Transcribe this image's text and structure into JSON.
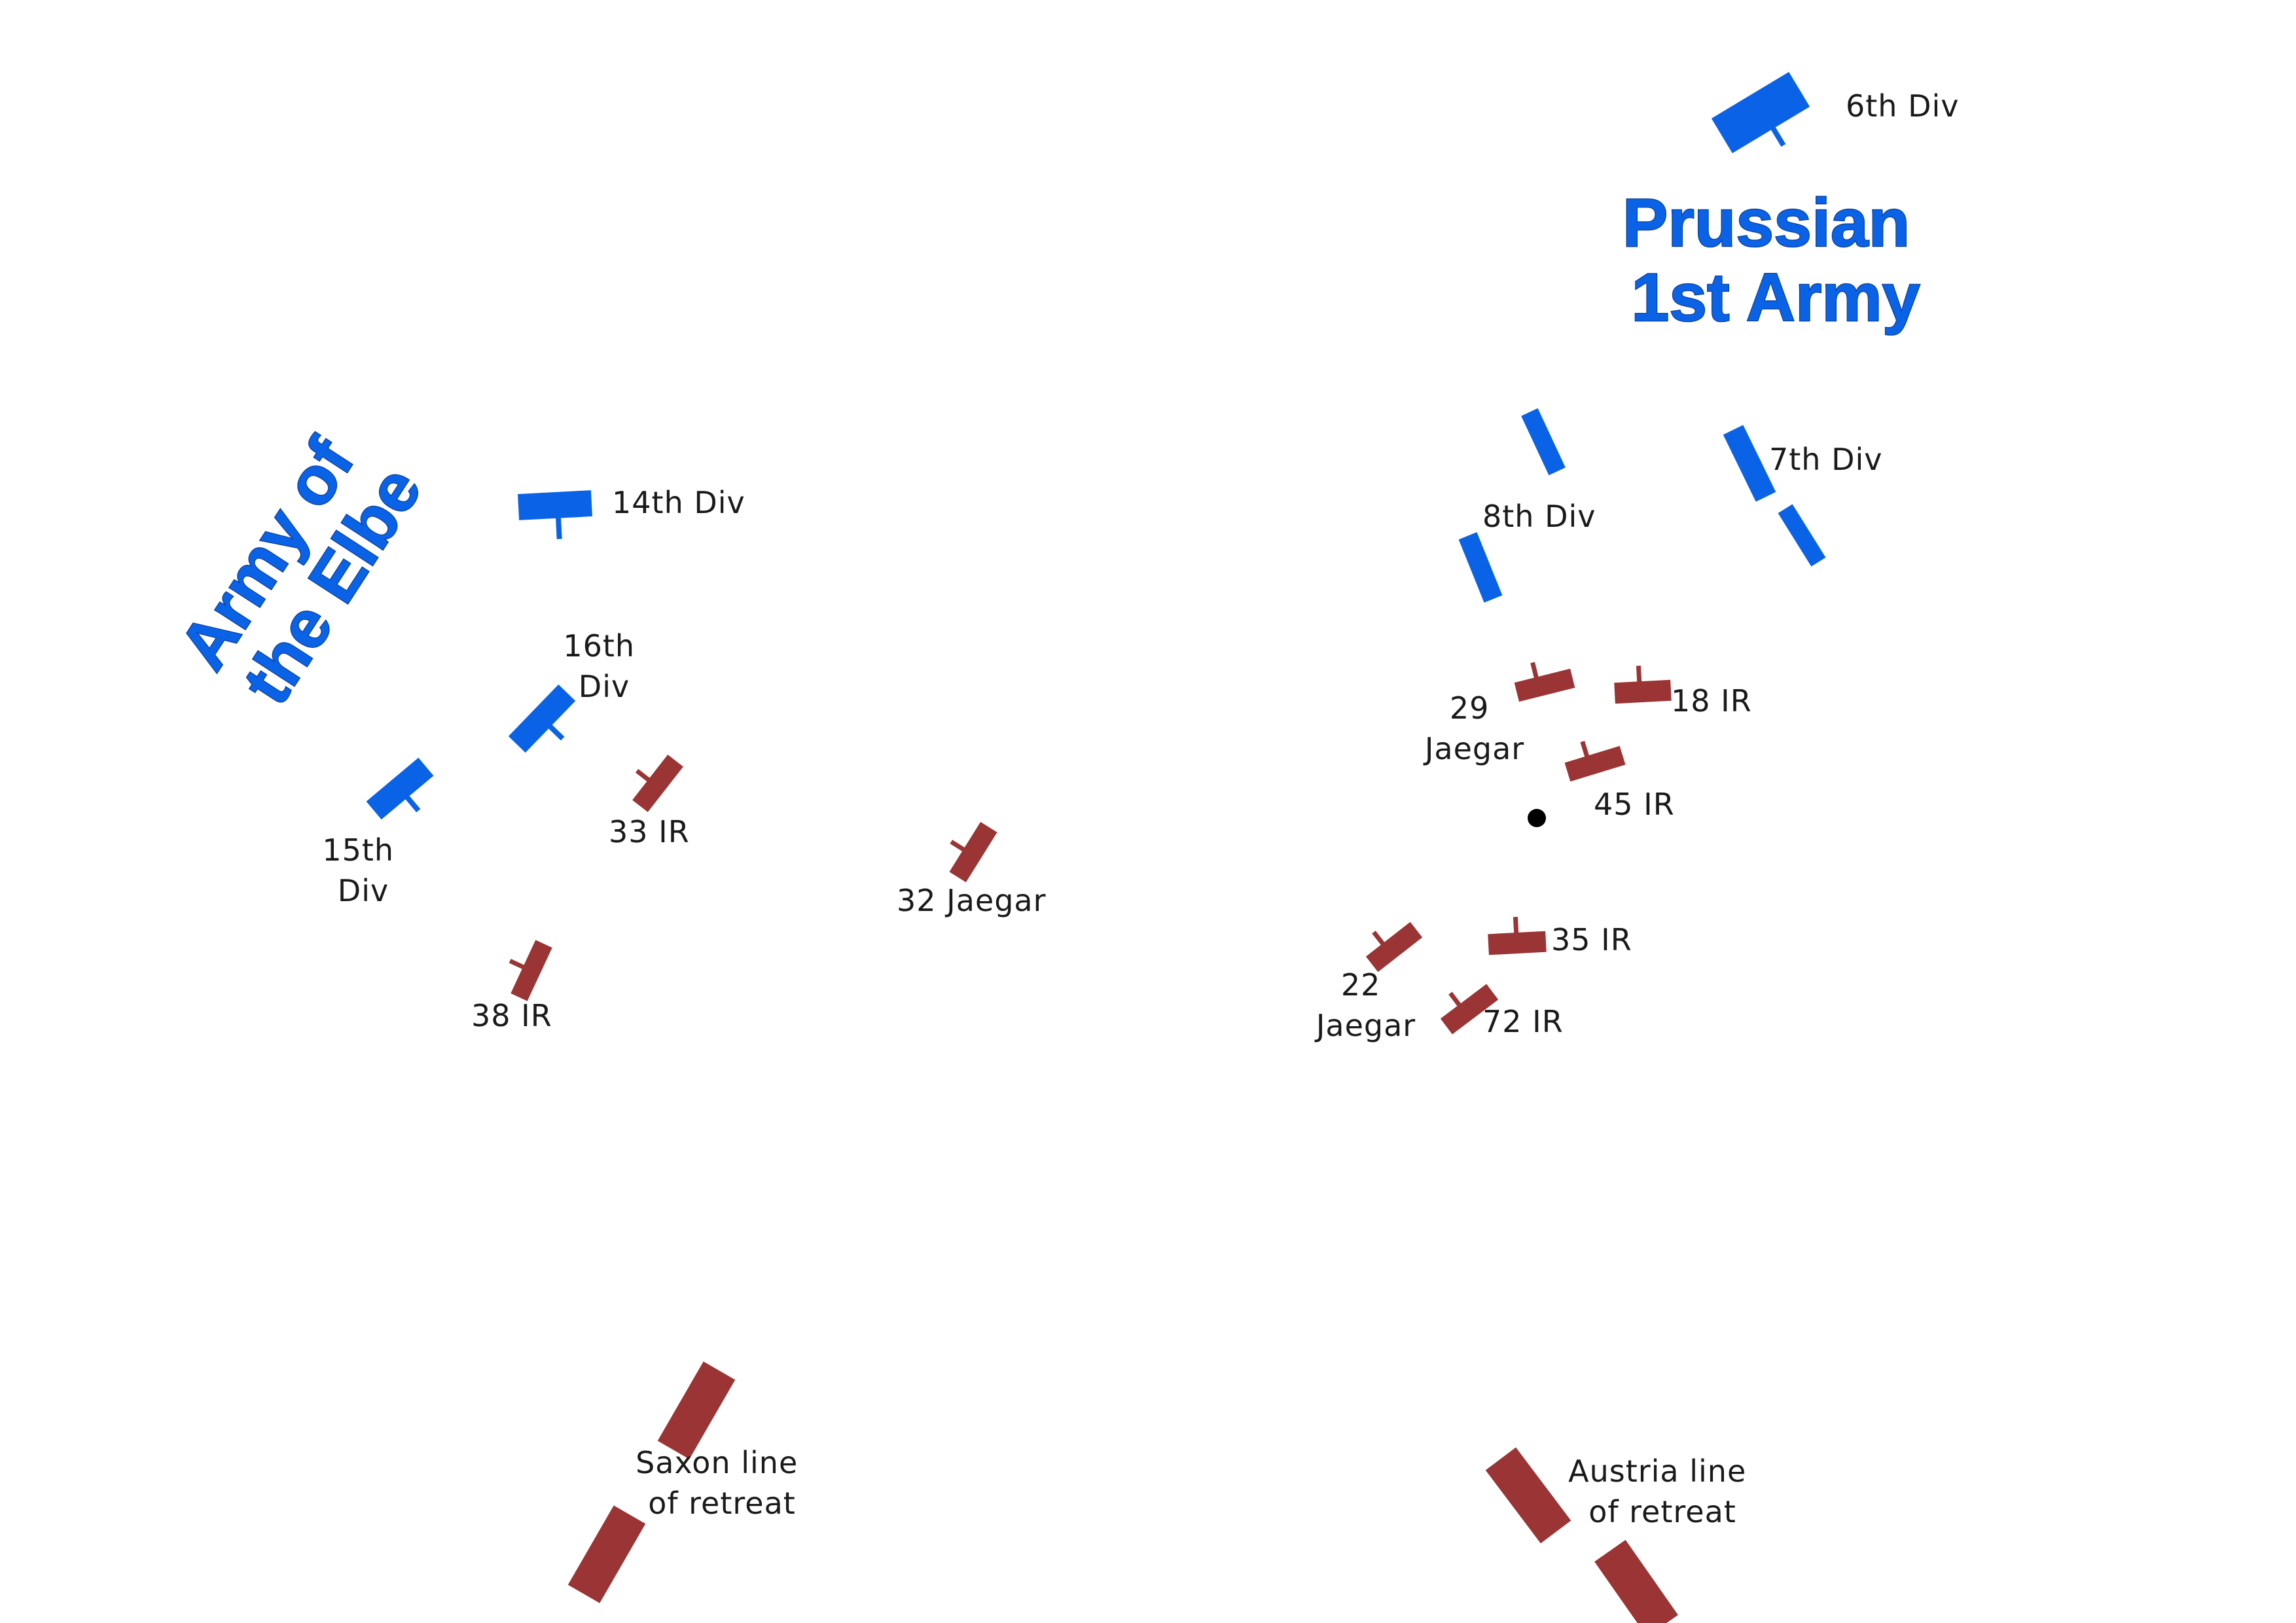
{
  "colors": {
    "prussian": "#0a63e6",
    "austrian_saxon": "#9b3434",
    "marker": "#000000",
    "background": "#ffffff"
  },
  "armies": {
    "prussian_1st": {
      "line1": "Prussian",
      "line2": "1st Army"
    },
    "elbe": {
      "line1": "Army of",
      "line2": "the Elbe"
    }
  },
  "units": {
    "div_6": {
      "label": "6th Div"
    },
    "div_7": {
      "label": "7th Div"
    },
    "div_8": {
      "label": "8th Div"
    },
    "div_14": {
      "label": "14th Div"
    },
    "div_15": {
      "line1": "15th",
      "line2": "Div"
    },
    "div_16": {
      "line1": "16th",
      "line2": "Div"
    },
    "ir_18": {
      "label": "18 IR"
    },
    "jaegar_29": {
      "line1": "29",
      "line2": "Jaegar"
    },
    "ir_45": {
      "label": "45 IR"
    },
    "ir_35": {
      "label": "35 IR"
    },
    "jaegar_22": {
      "line1": "22",
      "line2": "Jaegar"
    },
    "ir_72": {
      "label": "72 IR"
    },
    "ir_33": {
      "label": "33 IR"
    },
    "jaegar_32": {
      "label": "32 Jaegar"
    },
    "ir_38": {
      "label": "38 IR"
    }
  },
  "retreat_lines": {
    "saxon": {
      "line1": "Saxon line",
      "line2": "of retreat"
    },
    "austria": {
      "line1": "Austria line",
      "line2": "of retreat"
    }
  }
}
